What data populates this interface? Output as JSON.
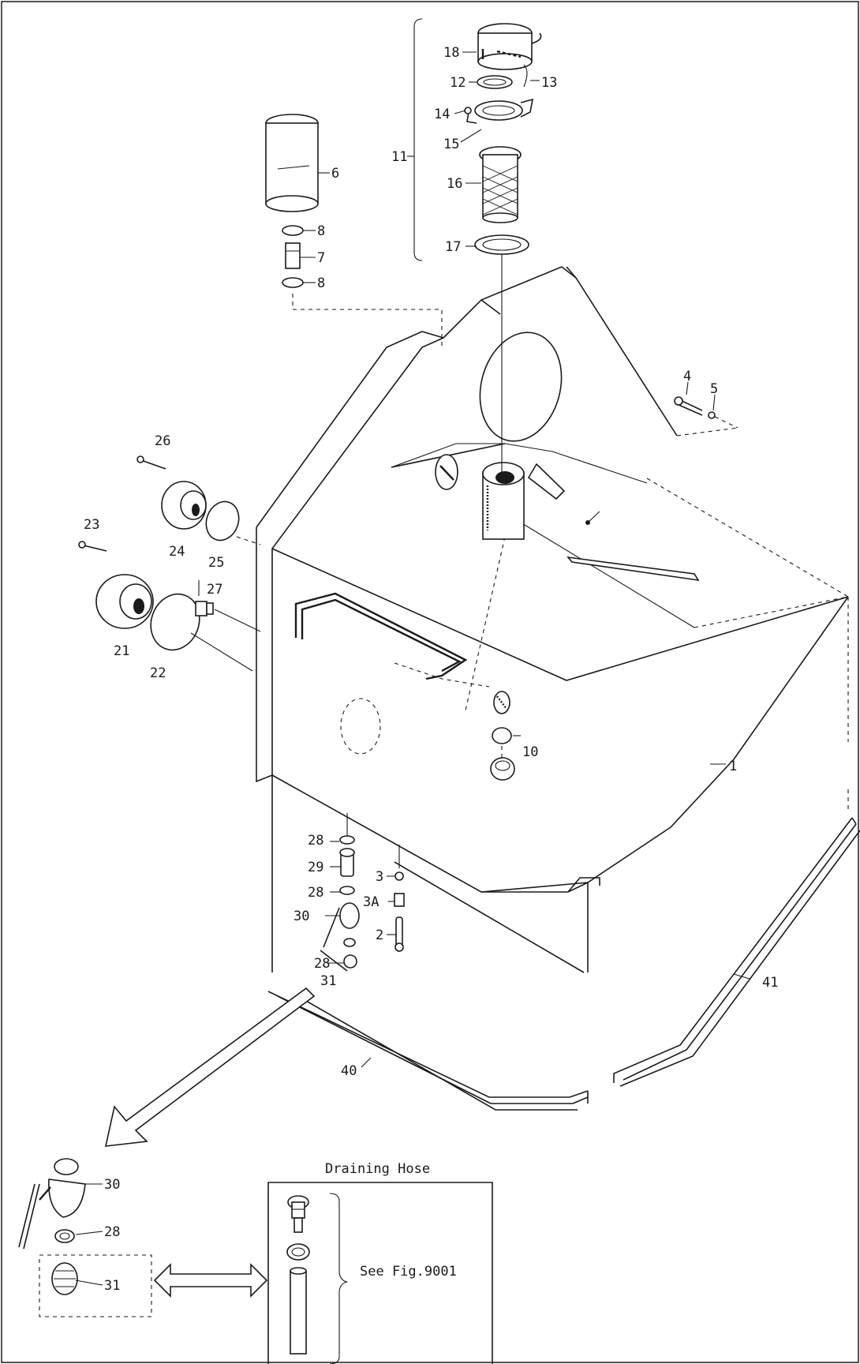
{
  "labels": {
    "p1": "1",
    "p2": "2",
    "p3": "3",
    "p3a": "3A",
    "p4": "4",
    "p5": "5",
    "p6": "6",
    "p7": "7",
    "p8a": "8",
    "p8b": "8",
    "p10": "10",
    "p11": "11",
    "p12": "12",
    "p13": "13",
    "p14": "14",
    "p15": "15",
    "p16": "16",
    "p17": "17",
    "p18": "18",
    "p21": "21",
    "p22": "22",
    "p23": "23",
    "p24": "24",
    "p25": "25",
    "p26": "26",
    "p27": "27",
    "p28a": "28",
    "p28b": "28",
    "p28c": "28",
    "p29": "29",
    "p30": "30",
    "p31": "31",
    "p40": "40",
    "p41": "41",
    "d30": "30",
    "d28": "28",
    "d31": "31"
  },
  "drain_hose": {
    "title": "Draining Hose",
    "note": "See Fig.9001"
  },
  "colors": {
    "ink": "#1a1a1a",
    "paper": "#ffffff"
  }
}
